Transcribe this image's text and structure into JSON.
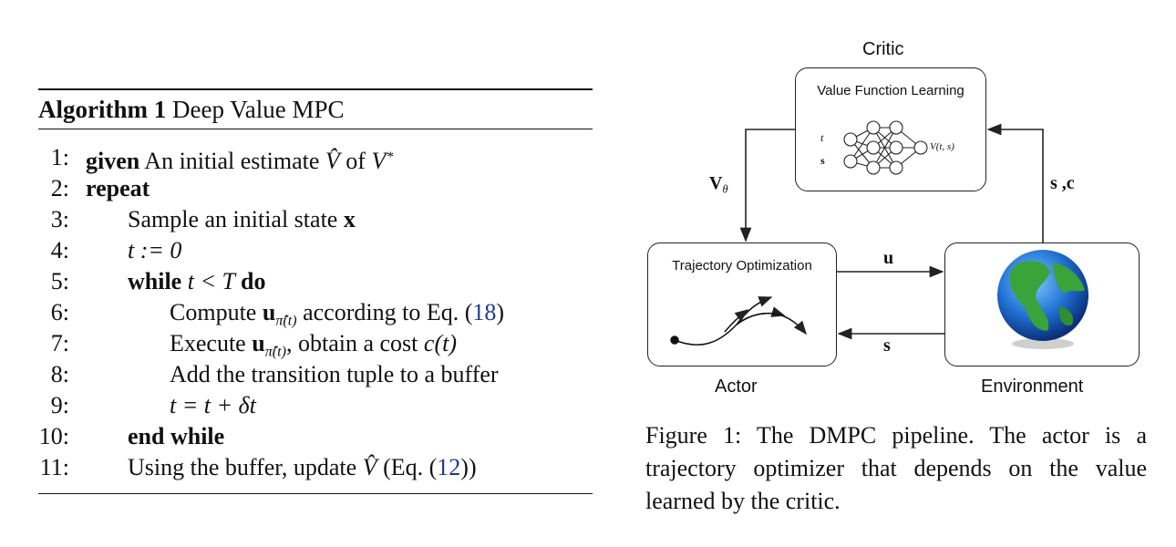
{
  "algorithm": {
    "title_bold": "Algorithm 1",
    "title_rest": " Deep Value MPC",
    "lines": [
      {
        "num": "1:",
        "kw": "given",
        "text": " An initial estimate ",
        "m1": "V̂",
        "t2": " of ",
        "m2": "V",
        "sup": "*"
      },
      {
        "num": "2:",
        "kw": "repeat"
      },
      {
        "num": "3:",
        "text": "Sample an initial state ",
        "bm": "x"
      },
      {
        "num": "4:",
        "math": "t := 0"
      },
      {
        "num": "5:",
        "kw": "while",
        "math": " t < T ",
        "kw2": "do"
      },
      {
        "num": "6:",
        "text": "Compute ",
        "bm": "u",
        "sub": "π̂(t)",
        "text2": " according to Eq. (",
        "ref": "18",
        "text3": ")"
      },
      {
        "num": "7:",
        "text": "Execute ",
        "bm": "u",
        "sub": "π̂(t)",
        "text2": ", obtain a cost ",
        "math": "c(t)"
      },
      {
        "num": "8:",
        "text": "Add the transition tuple to a buffer"
      },
      {
        "num": "9:",
        "math": "t = t + δt"
      },
      {
        "num": "10:",
        "kw": "end while"
      },
      {
        "num": "11:",
        "text": "Using the buffer, update ",
        "m1": "V̂",
        "text2": " (Eq. (",
        "ref": "12",
        "text3": "))"
      }
    ]
  },
  "diagram": {
    "critic_title": "Critic",
    "critic_box": "Value Function Learning",
    "nn_input_t": "t",
    "nn_input_s": "s",
    "nn_output": "V(t, s)",
    "actor_box": "Trajectory Optimization",
    "actor_title": "Actor",
    "environment_title": "Environment",
    "edge_v_theta": "V",
    "edge_v_theta_sub": "θ",
    "edge_sc": "s ,c",
    "edge_u": "u",
    "edge_s": "s",
    "globe_icon": "earth-globe-icon"
  },
  "caption": {
    "text": "Figure 1: The DMPC pipeline.  The actor is a trajectory optimizer that depends on the value learned by the critic."
  }
}
